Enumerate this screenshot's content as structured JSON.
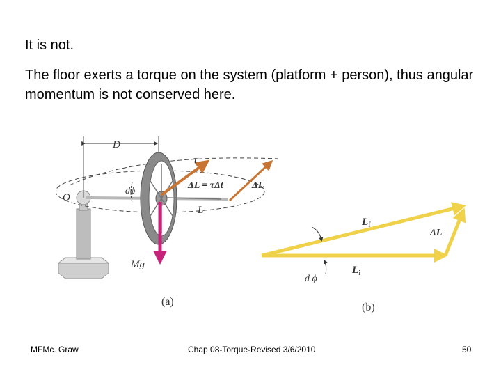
{
  "slide": {
    "line1": "It is not.",
    "paragraph": "The floor exerts a torque on the system (platform + person), thus angular momentum is not conserved here."
  },
  "figure": {
    "a": {
      "D": "D",
      "O": "O",
      "d_phi": "dϕ",
      "tau": "τ",
      "delta_L_eq": "ΔL = τΔt",
      "delta_L": "ΔL",
      "L": "L",
      "Mg": "Mg",
      "caption": "(a)"
    },
    "b": {
      "L_f": "L",
      "L_f_sub": "f",
      "delta_L": "ΔL",
      "L_i": "L",
      "L_i_sub": "i",
      "d_phi": "d ϕ",
      "caption": "(b)"
    }
  },
  "colors": {
    "torque_arrow": "#c87533",
    "gravity_arrow": "#c8237a",
    "vector_yellow": "#f0d24a"
  },
  "footer": {
    "left": "MFMc. Graw",
    "center": "Chap 08-Torque-Revised 3/6/2010",
    "page": "50"
  }
}
